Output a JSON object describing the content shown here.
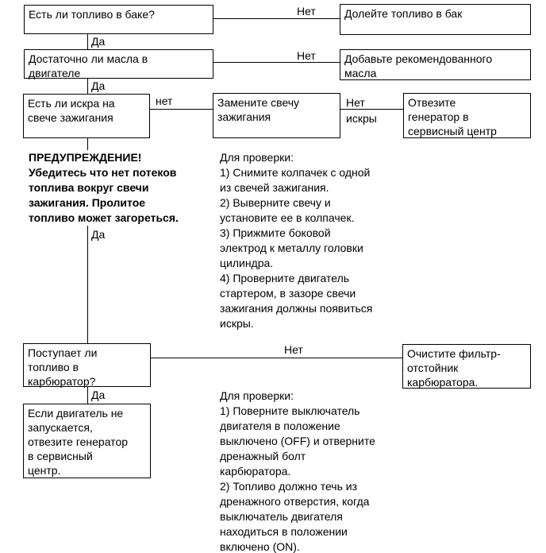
{
  "diagram": {
    "title": "Generator troubleshooting flowchart (Russian)",
    "colors": {
      "background": "#ffffff",
      "line": "#000000",
      "text": "#000000"
    },
    "boxes": [
      {
        "text": "Есть ли топливо в баке?"
      },
      {
        "text": "Долейте топливо в бак"
      },
      {
        "text": "Достаточно ли масла в\nдвигателе"
      },
      {
        "text": "Добавьте рекомендованного\nмасла"
      },
      {
        "text": "Есть ли искра на\nсвече зажигания"
      },
      {
        "text": "Замените свечу\nзажигания"
      },
      {
        "text": "Отвезите\nгенератор в\nсервисный центр"
      },
      {
        "text": "Поступает ли\nтопливо в\nкарбюратор?"
      },
      {
        "text": "Очистите фильтр-\nотстойник\nкарбюратора."
      },
      {
        "text": "Если двигатель не\nзапускается,\nотвезите генератор\nв сервисный\nцентр."
      }
    ],
    "labels": {
      "yes1": "Да",
      "yes2": "Да",
      "yes3": "Да",
      "yes4": "Да",
      "no1": "Нет",
      "no2": "Нет",
      "no3": "нет",
      "no4": "Нет\nискры",
      "no5": "Нет"
    },
    "warning": "ПРЕДУПРЕЖДЕНИЕ!\nУбедитесь что нет потеков\nтоплива вокруг свечи\nзажигания. Пролитое\nтопливо может загореться.",
    "instructions_spark": "Для проверки:\n1) Снимите колпачек с одной\nиз свечей зажигания.\n2) Выверните свечу и\nустановите ее в колпачек.\n3) Прижмите боковой\nэлектрод к металлу головки\nцилиндра.\n4) Проверните двигатель\nстартером, в зазоре свечи\nзажигания должны появиться\nискры.",
    "instructions_fuel": "Для проверки:\n1) Поверните выключатель\nдвигателя в положение\nвыключено (OFF) и отверните\nдренажный болт\nкарбюратора.\n2) Топливо должно течь из\nдренажного отверстия, когда\nвыключатель двигателя\nнаходиться в положении\nвключено (ON)."
  }
}
